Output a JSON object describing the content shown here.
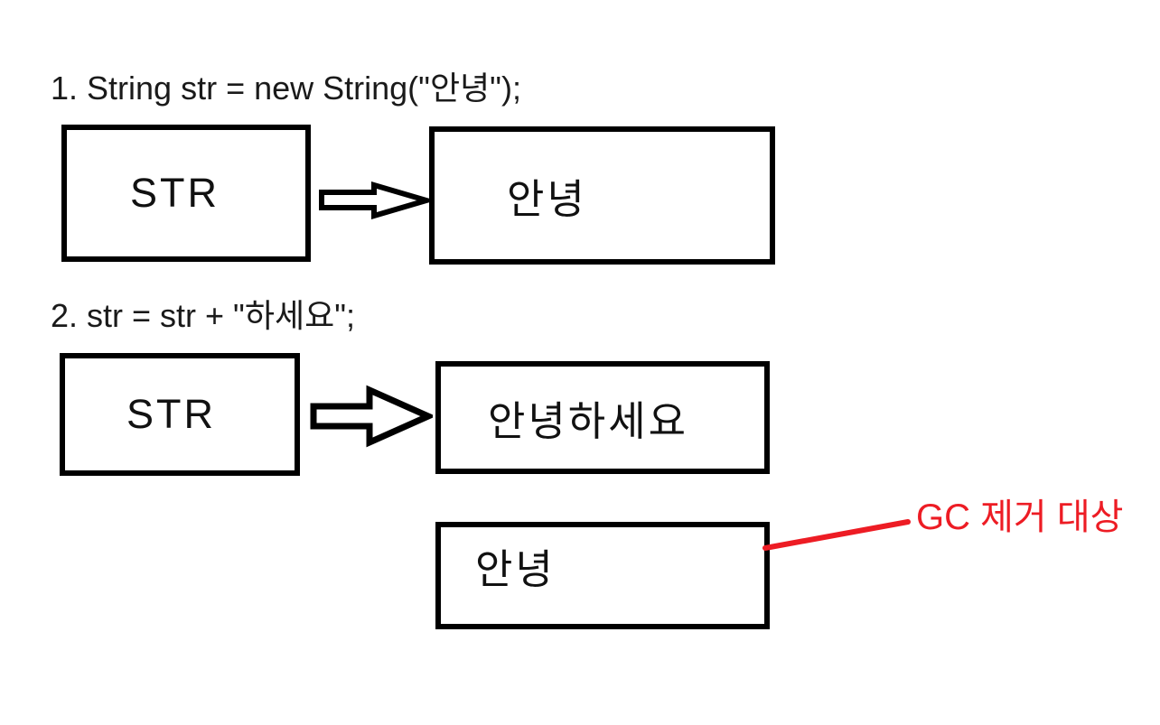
{
  "page": {
    "background": "#ffffff"
  },
  "colors": {
    "ink": "#000000",
    "text": "#1a1a1a",
    "gc_red": "#ed1c24"
  },
  "step1": {
    "title": "1. String str = new String(\"안녕\");",
    "var_label": "STR",
    "value_label": "안녕"
  },
  "step2": {
    "title": "2. str = str + \"하세요\";",
    "var_label": "STR",
    "value_label": "안녕하세요",
    "garbage_label": "안녕"
  },
  "annotation": {
    "gc_label": "GC 제거 대상"
  }
}
